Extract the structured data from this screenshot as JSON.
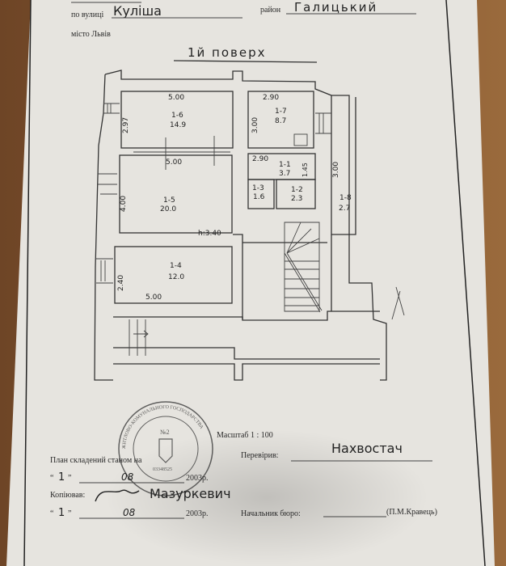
{
  "header": {
    "street_label": "по вулиці",
    "street_value": "Куліша",
    "district_label": "район",
    "district_value": "Галицький",
    "city": "місто Львів"
  },
  "plan": {
    "title": "1й поверх",
    "rooms": [
      {
        "id": "1-6",
        "area": "14.9",
        "width": "5.00",
        "depth": "2.97"
      },
      {
        "id": "1-7",
        "area": "8.7",
        "width": "2.90",
        "depth": "3.00"
      },
      {
        "id": "1-5",
        "area": "20.0",
        "width": "5.00",
        "depth": "4.00"
      },
      {
        "id": "1-1",
        "area": "3.7",
        "width": "2.90",
        "depth": "1.45"
      },
      {
        "id": "1-3",
        "area": "1.6"
      },
      {
        "id": "1-2",
        "area": "2.3"
      },
      {
        "id": "1-8",
        "area": "2.7",
        "depth": "3.00"
      },
      {
        "id": "1-4",
        "area": "12.0",
        "width": "5.00",
        "depth": "2.40"
      }
    ],
    "height": "h:3.40"
  },
  "footer": {
    "scale": "Масштаб 1 : 100",
    "plan_as_of_label": "План складений станом на",
    "date1_day": "1",
    "date1_month": "08",
    "date1_year": "2003р.",
    "checked_label": "Перевірив:",
    "checked_by": "Нахвостач",
    "copied_label": "Копіював:",
    "copied_by": "Мазуркевич",
    "date2_day": "1",
    "date2_month": "08",
    "date2_year": "2003р.",
    "head_label": "Начальник бюро:",
    "head_name": "(П.М.Кравець)"
  },
  "stamp": {
    "text": "ЖИТЛОВО-КОМУНАЛЬНОГО ГОСПОДАРСТВА",
    "number": "№2",
    "code": "03348525"
  }
}
